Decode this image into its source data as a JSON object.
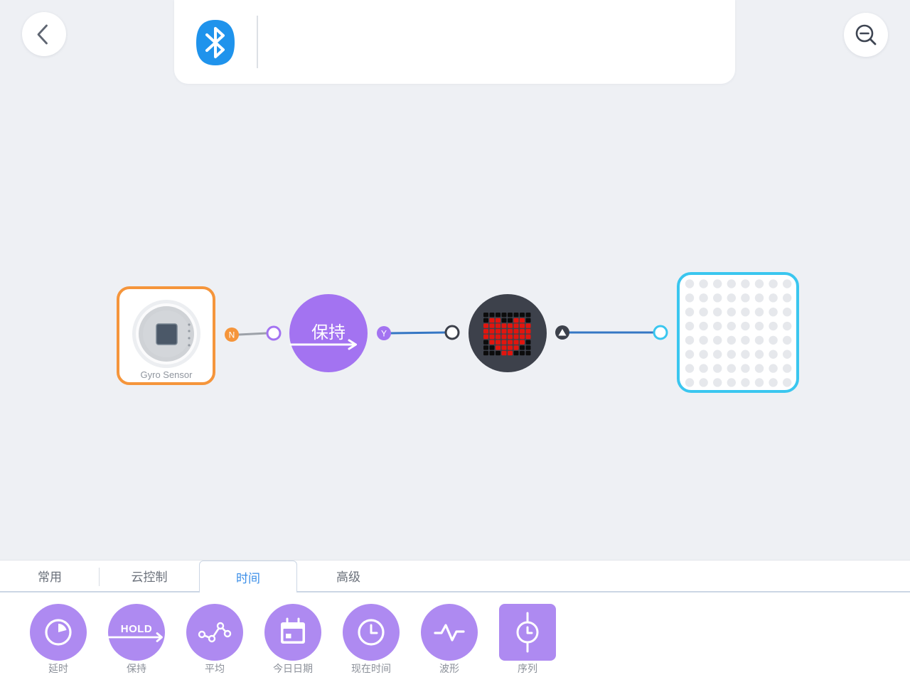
{
  "header": {
    "back_icon": "chevron-left-icon",
    "connection_icon": "bluetooth-icon",
    "zoom_icon": "zoom-out-icon"
  },
  "colors": {
    "canvas_bg": "#eef0f4",
    "sensor_accent": "#f5953b",
    "logic_accent": "#a373f1",
    "display_dark": "#3d414b",
    "panel_accent": "#3ac6ef",
    "wire_blue": "#3577c4",
    "wire_gray": "#9da2a9",
    "bluetooth": "#1f93ec",
    "tab_active": "#3a8ee8",
    "palette_item": "#ae8af1",
    "pixel_red": "#e2150e",
    "pixel_black": "#0c0c0c",
    "led_off": "#e6e8ec"
  },
  "canvas": {
    "gyro_sensor": {
      "label": "Gyro Sensor",
      "icon": "gyro-sensor-chip-icon",
      "output_port": "N"
    },
    "hold_block": {
      "label": "保持",
      "icon": "hold-arrow-icon",
      "output_port": "Y"
    },
    "face_display": {
      "icon": "led-face-icon",
      "output_port_icon": "triangle-up-icon",
      "pixels": [
        [
          0,
          0,
          0,
          0,
          0,
          0,
          0,
          0
        ],
        [
          0,
          1,
          1,
          0,
          0,
          1,
          1,
          0
        ],
        [
          1,
          1,
          1,
          1,
          1,
          1,
          1,
          1
        ],
        [
          1,
          1,
          1,
          1,
          1,
          1,
          1,
          1
        ],
        [
          1,
          1,
          1,
          1,
          1,
          1,
          1,
          1
        ],
        [
          0,
          1,
          1,
          1,
          1,
          1,
          1,
          0
        ],
        [
          0,
          0,
          1,
          1,
          1,
          1,
          0,
          0
        ],
        [
          0,
          0,
          0,
          1,
          1,
          0,
          0,
          0
        ]
      ]
    },
    "led_panel": {
      "pixels": [
        [
          0,
          0,
          0,
          0,
          0,
          0,
          0,
          0
        ],
        [
          0,
          0,
          0,
          0,
          0,
          0,
          0,
          0
        ],
        [
          0,
          0,
          0,
          0,
          0,
          0,
          0,
          0
        ],
        [
          0,
          0,
          0,
          0,
          0,
          0,
          0,
          0
        ],
        [
          0,
          0,
          0,
          0,
          0,
          0,
          0,
          0
        ],
        [
          0,
          0,
          0,
          0,
          0,
          0,
          0,
          0
        ],
        [
          0,
          0,
          0,
          0,
          0,
          0,
          0,
          0
        ],
        [
          0,
          0,
          0,
          0,
          0,
          0,
          0,
          0
        ]
      ]
    }
  },
  "palette": {
    "tabs": [
      {
        "label": "常用",
        "active": false
      },
      {
        "label": "云控制",
        "active": false
      },
      {
        "label": "时间",
        "active": true
      },
      {
        "label": "高级",
        "active": false
      }
    ],
    "items": [
      {
        "label": "延时",
        "icon": "delay-timer-icon"
      },
      {
        "label": "保持",
        "icon": "hold-icon",
        "icon_text": "HOLD"
      },
      {
        "label": "平均",
        "icon": "average-graph-icon"
      },
      {
        "label": "今日日期",
        "icon": "calendar-icon"
      },
      {
        "label": "现在时间",
        "icon": "clock-icon"
      },
      {
        "label": "波形",
        "icon": "waveform-icon"
      },
      {
        "label": "序列",
        "icon": "sequence-icon"
      }
    ]
  }
}
